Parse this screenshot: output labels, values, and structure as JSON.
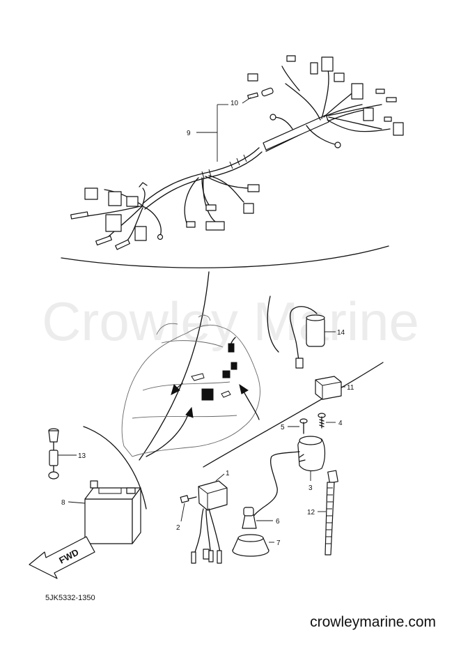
{
  "watermark": "Crowley Marine",
  "part_code": "5JK5332-1350",
  "site": "crowleymarine.com",
  "fwd_label": "FWD",
  "callouts": [
    "1",
    "2",
    "3",
    "4",
    "5",
    "6",
    "7",
    "8",
    "9",
    "10",
    "11",
    "12",
    "13",
    "14"
  ]
}
